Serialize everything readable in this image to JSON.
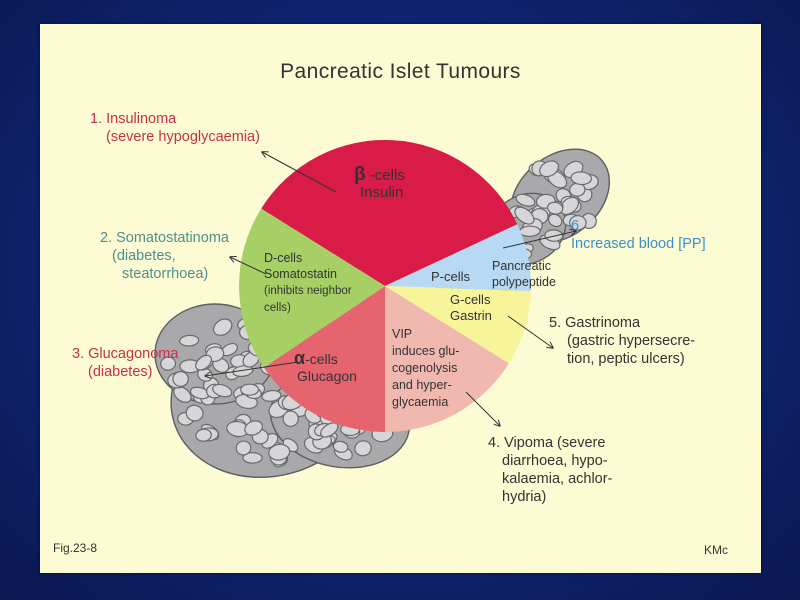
{
  "title": "Pancreatic  Islet  Tumours",
  "figure_label": "Fig.23-8",
  "credit": "KMc",
  "colors": {
    "beta": "#d81b47",
    "p_cells": "#b7d9f3",
    "g_cells": "#f8f49a",
    "vip": "#f1b8b0",
    "alpha": "#e6646e",
    "d_cells": "#a6cf66"
  },
  "segments": {
    "beta": {
      "symbol": "β",
      "line1": " -cells",
      "line2": "Insulin"
    },
    "p": {
      "name": "P-cells",
      "hormone_line1": "Pancreatic",
      "hormone_line2": "polypeptide"
    },
    "g": {
      "name": "G-cells",
      "hormone": "Gastrin"
    },
    "vip": {
      "line1": "VIP",
      "line2": "induces glu-",
      "line3": "cogenolysis",
      "line4": "and hyper-",
      "line5": "glycaemia"
    },
    "alpha": {
      "symbol": "α",
      "line1": "-cells",
      "line2": "Glucagon"
    },
    "d": {
      "line1": "D-cells",
      "line2": "Somatostatin",
      "line3": "(inhibits neighbor",
      "line4": "cells)"
    }
  },
  "tumours": {
    "insulinoma": {
      "line1": "1. Insulinoma",
      "line2": "(severe hypoglycaemia)"
    },
    "somatostatinoma": {
      "line1": "2. Somatostatinoma",
      "line2": "(diabetes,",
      "line3": "steatorrhoea)"
    },
    "glucagonoma": {
      "line1": "3. Glucagonoma",
      "line2": "(diabetes)"
    },
    "vipoma": {
      "line1": "4. Vipoma (severe",
      "line2": "diarrhoea, hypo-",
      "line3": "kalaemia, achlor-",
      "line4": "hydria)"
    },
    "gastrinoma": {
      "line1": "5. Gastrinoma",
      "line2": "(gastric hypersecre-",
      "line3": "tion, peptic ulcers)"
    },
    "pp": {
      "line1": "6.",
      "line2": "Increased blood [PP]"
    }
  }
}
